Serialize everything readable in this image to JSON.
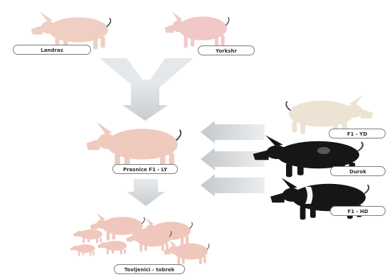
{
  "parents": {
    "left_label": "Landras",
    "right_label": "Yorkshr"
  },
  "sow": {
    "label": "Prasnice F1 - LY"
  },
  "boars": [
    {
      "label": "F1 - YD"
    },
    {
      "label": "Durok"
    },
    {
      "label": "F1 - HD"
    }
  ],
  "offspring": {
    "label": "Tovljenici - tobrek"
  },
  "colors": {
    "arrow": "#d7dbde",
    "pink_pig": "#efcfc3",
    "white_pig": "#ece3d2",
    "black_pig": "#161616"
  },
  "icons": [
    "pig-icon",
    "arrow-icon"
  ]
}
